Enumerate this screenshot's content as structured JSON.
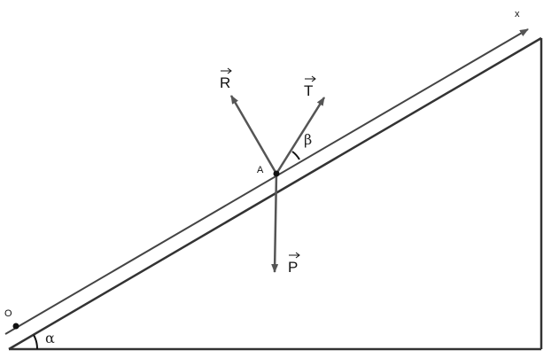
{
  "labels": {
    "axis": "x",
    "origin": "O",
    "point": "A",
    "reaction": "R",
    "tension": "T",
    "weight": "P",
    "slope_angle": "α",
    "tension_angle": "β"
  },
  "colors": {
    "lines": "#333333",
    "arrows": "#555555",
    "angle_arc": "#111111",
    "text": "#111111"
  }
}
